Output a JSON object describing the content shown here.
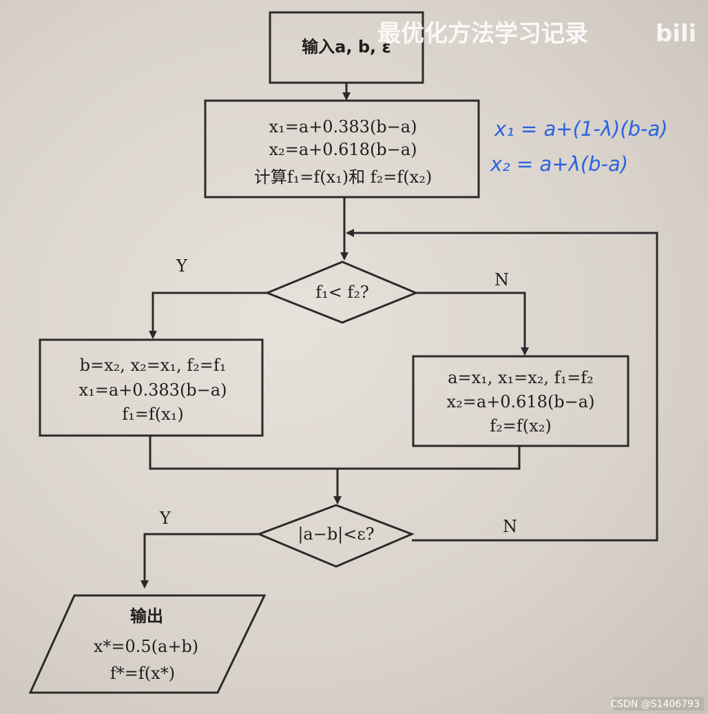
{
  "watermark": {
    "title": "最优化方法学习记录",
    "logo": "bili"
  },
  "nodes": {
    "input": {
      "label": "输入a, b, ε"
    },
    "init": {
      "line1": "x₁=a+0.383(b−a)",
      "line2": "x₂=a+0.618(b−a)",
      "line3": "计算f₁=f(x₁)和 f₂=f(x₂)"
    },
    "decision1": {
      "label": "f₁< f₂?",
      "yes": "Y",
      "no": "N"
    },
    "left": {
      "line1": "b=x₂, x₂=x₁, f₂=f₁",
      "line2": "x₁=a+0.383(b−a)",
      "line3": "f₁=f(x₁)"
    },
    "right": {
      "line1": "a=x₁, x₁=x₂, f₁=f₂",
      "line2": "x₂=a+0.618(b−a)",
      "line3": "f₂=f(x₂)"
    },
    "decision2": {
      "label": "|a−b|<ε?",
      "yes": "Y",
      "no": "N"
    },
    "output": {
      "line1": "输出",
      "line2": "x*=0.5(a+b)",
      "line3": "f*=f(x*)"
    }
  },
  "annotations": {
    "hand1": "x₁ = a+(1-λ)(b-a)",
    "hand2": "x₂ = a+λ(b-a)"
  },
  "credit": "CSDN @S1406793"
}
